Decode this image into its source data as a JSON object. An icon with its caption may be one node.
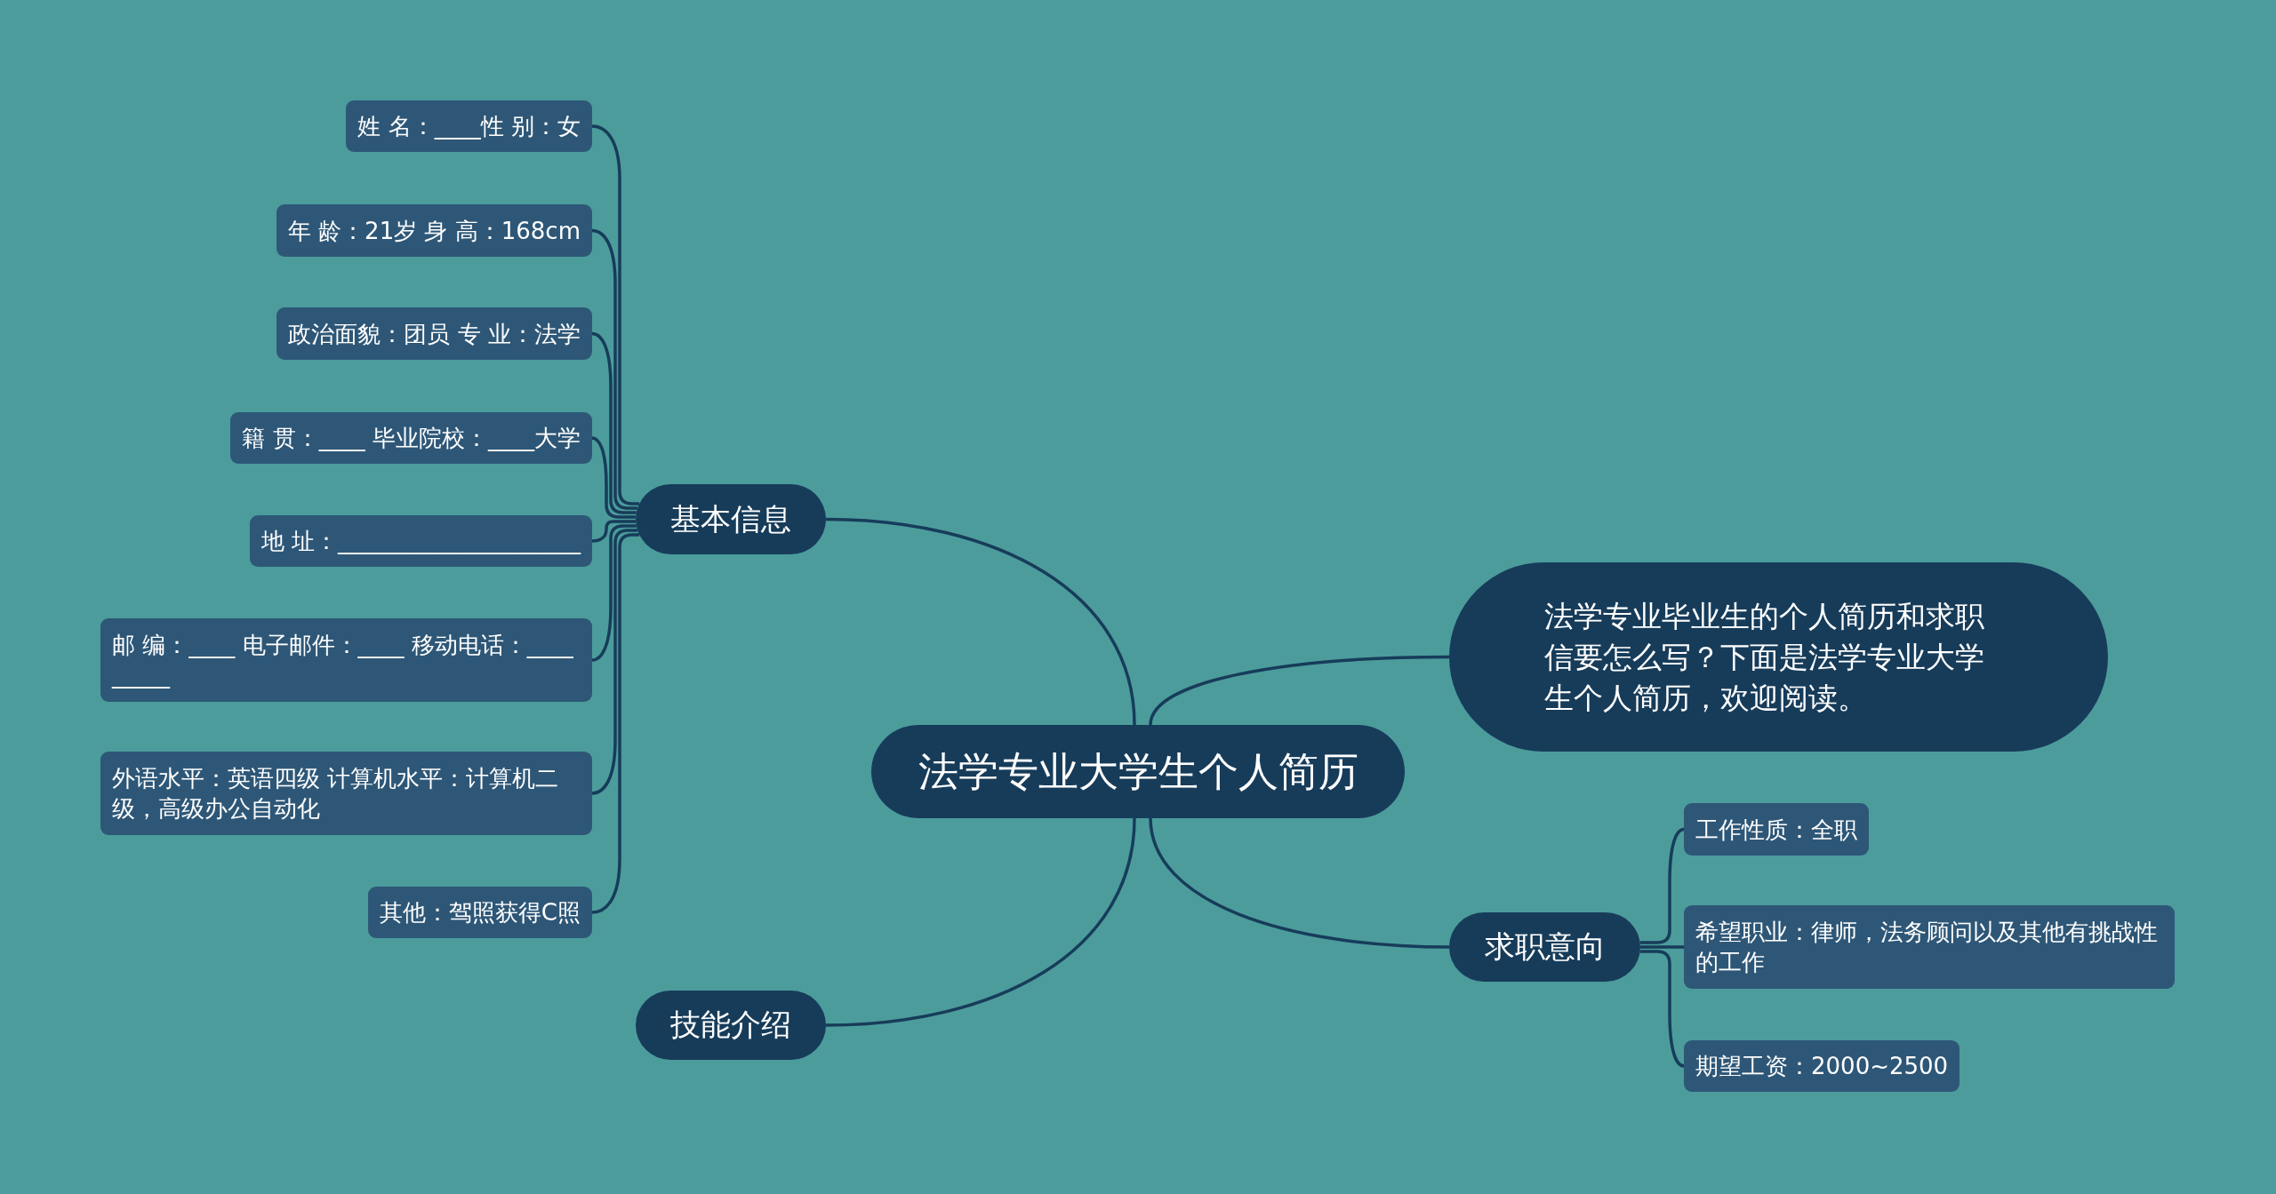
{
  "diagram": {
    "nodes": [
      {
        "text": [
          "法学专业大学生个人简历"
        ]
      },
      {
        "text": [
          "基本信息"
        ]
      },
      {
        "text": [
          "姓 名：____性 别：女"
        ]
      },
      {
        "text": [
          "年 龄：21岁 身 高：168cm"
        ]
      },
      {
        "text": [
          "政治面貌：团员 专 业：法学"
        ]
      },
      {
        "text": [
          "籍 贯：____ 毕业院校：____大学"
        ]
      },
      {
        "text": [
          "地 址：_____________________"
        ]
      },
      {
        "text": [
          "邮 编：____ 电子邮件：____ 移动电话：_________"
        ]
      },
      {
        "text": [
          "外语水平：英语四级 计算机水平：计算机二级，高级办公自动化"
        ]
      },
      {
        "text": [
          "其他：驾照获得C照"
        ]
      },
      {
        "text": [
          "法学专业毕业生的个人简历和求职信要怎么写？下面是法学专业大学生个人简历，欢迎阅读。"
        ]
      },
      {
        "text": [
          "求职意向"
        ]
      },
      {
        "text": [
          "工作性质：全职"
        ]
      },
      {
        "text": [
          "希望职业：律师，法务顾问以及其他有挑战性的工作"
        ]
      },
      {
        "text": [
          "期望工资：2000~2500"
        ]
      },
      {
        "text": [
          "技能介绍"
        ]
      }
    ],
    "edges": [
      {
        "from": 0,
        "to": 1,
        "arrow": "none"
      },
      {
        "from": 1,
        "to": 2,
        "arrow": "none"
      },
      {
        "from": 1,
        "to": 3,
        "arrow": "none"
      },
      {
        "from": 1,
        "to": 4,
        "arrow": "none"
      },
      {
        "from": 1,
        "to": 5,
        "arrow": "none"
      },
      {
        "from": 1,
        "to": 6,
        "arrow": "none"
      },
      {
        "from": 1,
        "to": 7,
        "arrow": "none"
      },
      {
        "from": 1,
        "to": 8,
        "arrow": "none"
      },
      {
        "from": 1,
        "to": 9,
        "arrow": "none"
      },
      {
        "from": 0,
        "to": 10,
        "arrow": "none"
      },
      {
        "from": 0,
        "to": 11,
        "arrow": "none"
      },
      {
        "from": 11,
        "to": 12,
        "arrow": "none"
      },
      {
        "from": 11,
        "to": 13,
        "arrow": "none"
      },
      {
        "from": 11,
        "to": 14,
        "arrow": "none"
      },
      {
        "from": 0,
        "to": 15,
        "arrow": "none"
      }
    ]
  }
}
